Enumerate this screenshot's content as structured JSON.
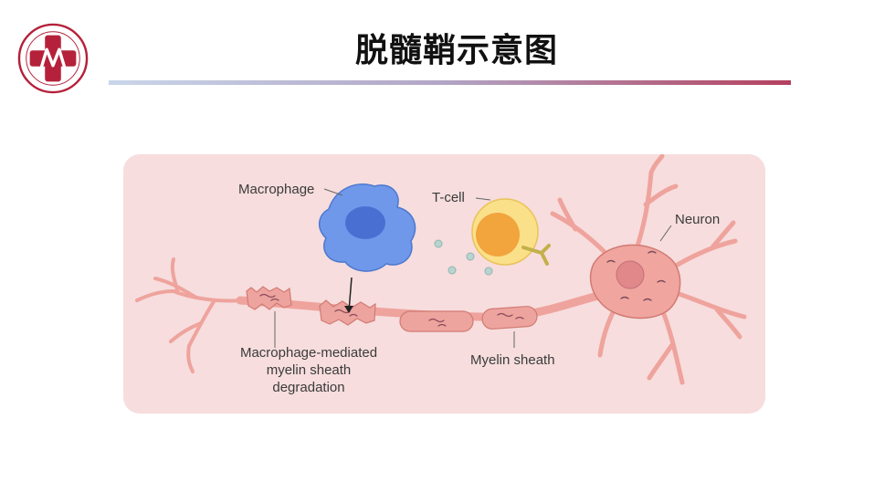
{
  "page": {
    "title": "脱髓鞘示意图"
  },
  "diagram": {
    "labels": {
      "macrophage": "Macrophage",
      "t_cell": "T-cell",
      "neuron": "Neuron",
      "degradation_line1": "Macrophage-mediated",
      "degradation_line2": "myelin sheath",
      "degradation_line3": "degradation",
      "myelin_sheath": "Myelin sheath"
    },
    "colors": {
      "panel_background": "#f7dddd",
      "neuron": "#f0a59f",
      "macrophage": "#5b8de8",
      "t_cell": "#f7c35a",
      "logo_red": "#b5213a"
    }
  }
}
